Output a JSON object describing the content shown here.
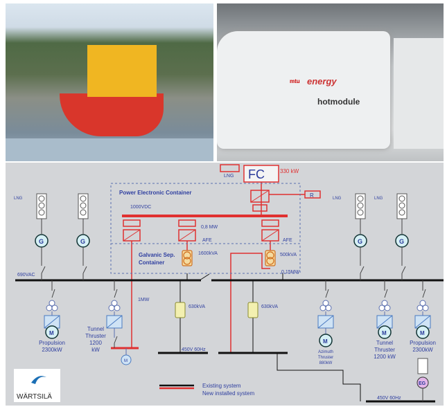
{
  "photos": {
    "engine_brand": "energy",
    "engine_model": "hotmodule",
    "engine_logo": "mtu"
  },
  "diagram": {
    "fc_label": "FC",
    "fc_power": "330 kW",
    "lng": "LNG",
    "r_label": "R",
    "pec_title": "Power Electronic Container",
    "dc_bus": "1000VDC",
    "mw08": "0,8 MW",
    "afe": "AFE",
    "galvanic_1": "Galvanic Sep.",
    "galvanic_2": "Container",
    "kva1600": "1600kVA",
    "kva500": "500kVA",
    "mw015": "0,15MW",
    "ac_bus": "690VAC",
    "g": "G",
    "m": "M",
    "eg": "EG",
    "mw1": "1MW",
    "kva630": "630kVA",
    "lv_bus": "450V 60Hz",
    "propulsion": "Propulsion",
    "p2300": "2300kW",
    "tunnel": "Tunnel",
    "thruster": "Thruster",
    "t1200": "1200",
    "kw": "kW",
    "t1200kw": "1200 kW",
    "azimuth": "Azimuth",
    "a880": "880kW"
  },
  "legend": {
    "existing": "Existing system",
    "new": "New installed system"
  },
  "logo": "WÄRTSILÄ"
}
